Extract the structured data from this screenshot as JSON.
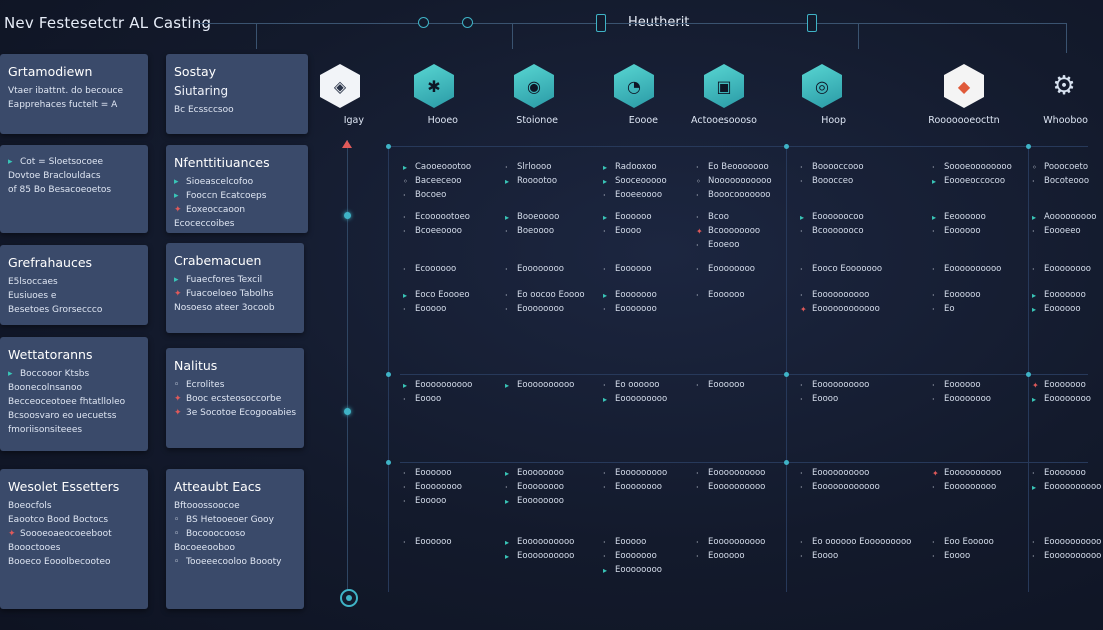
{
  "header": {
    "title_left": "Nev Festesetctr AL Casting",
    "title_center": "Heutherit"
  },
  "cards": [
    {
      "title": "Grtamodiewn",
      "lines": [
        {
          "icon": "none",
          "text": "Vtaer ibattnt. do becouce"
        },
        {
          "icon": "none",
          "text": "Eapprehaces fuctelt = A"
        }
      ]
    },
    {
      "title": "Sostay",
      "sub": "Siutaring",
      "lines": [
        {
          "icon": "none",
          "text": "Bc Ecssccsoo"
        }
      ]
    },
    {
      "title": "",
      "lines": [
        {
          "icon": "teal",
          "text": "Cot = Sloetsocoee"
        },
        {
          "icon": "none",
          "text": "Dovtoe Braclouldacs"
        },
        {
          "icon": "none",
          "text": "of 85 Bo Besacoeoetos"
        }
      ]
    },
    {
      "title": "Nfenttitiuances",
      "lines": [
        {
          "icon": "teal",
          "text": "Sioeascelcofoo"
        },
        {
          "icon": "teal",
          "text": "Fooccn Ecatcoeps"
        },
        {
          "icon": "red",
          "text": "Eoxeoccaoon"
        },
        {
          "icon": "none",
          "text": "Ecoceccoibes"
        }
      ]
    },
    {
      "title": "Grefrahauces",
      "lines": [
        {
          "icon": "none",
          "text": "E5lsoccaes"
        },
        {
          "icon": "none",
          "text": "Eusiuoes e"
        },
        {
          "icon": "none",
          "text": "Besetoes Grorseccco"
        }
      ]
    },
    {
      "title": "Crabemacuen",
      "lines": [
        {
          "icon": "teal",
          "text": "Fuaecfores Texcil"
        },
        {
          "icon": "red",
          "text": "Fuacoeloeo Tabolhs"
        },
        {
          "icon": "none",
          "text": "Nosoeso ateer 3ocoob"
        }
      ]
    },
    {
      "title": "Wettatoranns",
      "lines": [
        {
          "icon": "teal",
          "text": "Boccooor Ktsbs"
        },
        {
          "icon": "none",
          "text": "Boonecolnsanoo"
        },
        {
          "icon": "none",
          "text": "Becceoceotoee fhtatlloleo"
        },
        {
          "icon": "none",
          "text": "Bcsoosvaro eo uecuetss"
        },
        {
          "icon": "none",
          "text": "fmoriisonsiteees"
        }
      ]
    },
    {
      "title": "Nalitus",
      "lines": [
        {
          "icon": "white",
          "text": "Ecrolites"
        },
        {
          "icon": "red",
          "text": "Booc ecsteosoccorbe"
        },
        {
          "icon": "red",
          "text": "3e Socotoe Ecogooabies"
        }
      ]
    },
    {
      "title": "Wesolet Essetters",
      "lines": [
        {
          "icon": "none",
          "text": "Boeocfols"
        },
        {
          "icon": "none",
          "text": "Eaootco Bood Boctocs"
        },
        {
          "icon": "red",
          "text": "Soooeoaeocoeeboot"
        },
        {
          "icon": "none",
          "text": "Boooctooes"
        },
        {
          "icon": "none",
          "text": "Booeco Eooolbecooteo"
        }
      ]
    },
    {
      "title": "Atteaubt Eacs",
      "lines": [
        {
          "icon": "none",
          "text": "Bftooossoocoe"
        },
        {
          "icon": "white",
          "text": "BS Hetooeoer Gooy"
        },
        {
          "icon": "white",
          "text": "Bocooocooso"
        },
        {
          "icon": "none",
          "text": "Bocoeeooboo"
        },
        {
          "icon": "white",
          "text": "Tooeeecooloo Boooty"
        }
      ]
    }
  ],
  "hex_icons": [
    {
      "label": "Igay",
      "style": "white",
      "glyph": "◈"
    },
    {
      "label": "Hooeo",
      "style": "teal",
      "glyph": "✱"
    },
    {
      "label": "Stoionoe",
      "style": "teal",
      "glyph": "◉"
    },
    {
      "label": "Eoooe",
      "style": "teal",
      "glyph": "◔"
    },
    {
      "label": "Actooesoooso",
      "style": "teal",
      "glyph": "▣"
    },
    {
      "label": "Hoop",
      "style": "teal",
      "glyph": "◎"
    },
    {
      "label": "Rooooooeocttn",
      "style": "red",
      "glyph": "◆"
    },
    {
      "label": "Whooboo",
      "style": "gear",
      "glyph": "⚙"
    }
  ],
  "grid": [
    {
      "col": 0,
      "row": 0,
      "lines": [
        {
          "i": "teal",
          "t": "Caooeoootoo"
        },
        {
          "i": "white",
          "t": "Baceeceoo"
        },
        {
          "i": "none",
          "t": "Bocoeo"
        }
      ]
    },
    {
      "col": 1,
      "row": 0,
      "lines": [
        {
          "i": "none",
          "t": "Slrloooo"
        },
        {
          "i": "teal",
          "t": "Rooootoo"
        }
      ]
    },
    {
      "col": 2,
      "row": 0,
      "lines": [
        {
          "i": "teal",
          "t": "Radooxoo"
        },
        {
          "i": "teal",
          "t": "Sooceooooo"
        },
        {
          "i": "none",
          "t": "Eooeeoooo"
        }
      ]
    },
    {
      "col": 3,
      "row": 0,
      "lines": [
        {
          "i": "none",
          "t": "Eo Beooooooo"
        },
        {
          "i": "white",
          "t": "Nooooooooooo"
        },
        {
          "i": "none",
          "t": "Booocooooooo"
        }
      ]
    },
    {
      "col": 4,
      "row": 0,
      "lines": [
        {
          "i": "none",
          "t": "Booooccooo"
        },
        {
          "i": "none",
          "t": "Booocceo"
        }
      ]
    },
    {
      "col": 5,
      "row": 0,
      "lines": [
        {
          "i": "none",
          "t": "Soooeoooooooo"
        },
        {
          "i": "teal",
          "t": "Eoooeoccocoo"
        }
      ]
    },
    {
      "col": 6,
      "row": 0,
      "lines": [
        {
          "i": "white",
          "t": "Pooocoeto"
        },
        {
          "i": "none",
          "t": "Bocoteooo"
        }
      ]
    },
    {
      "col": 0,
      "row": 1,
      "lines": [
        {
          "i": "none",
          "t": "Ecoooootoeo"
        },
        {
          "i": "none",
          "t": "Bcoeeoooo"
        }
      ]
    },
    {
      "col": 1,
      "row": 1,
      "lines": [
        {
          "i": "teal",
          "t": "Booeoooo"
        },
        {
          "i": "none",
          "t": "Boeoooo"
        }
      ]
    },
    {
      "col": 2,
      "row": 1,
      "lines": [
        {
          "i": "teal",
          "t": "Eoooooo"
        },
        {
          "i": "none",
          "t": "Eoooo"
        }
      ]
    },
    {
      "col": 3,
      "row": 1,
      "lines": [
        {
          "i": "none",
          "t": "Bcoo"
        },
        {
          "i": "red",
          "t": "Bcoooooooo"
        },
        {
          "i": "none",
          "t": "Eooeoo"
        }
      ]
    },
    {
      "col": 4,
      "row": 1,
      "lines": [
        {
          "i": "teal",
          "t": "Eoooooocoo"
        },
        {
          "i": "none",
          "t": "Bcooooooco"
        }
      ]
    },
    {
      "col": 5,
      "row": 1,
      "lines": [
        {
          "i": "teal",
          "t": "Eeoooooo"
        },
        {
          "i": "none",
          "t": "Eoooooo"
        }
      ]
    },
    {
      "col": 6,
      "row": 1,
      "lines": [
        {
          "i": "teal",
          "t": "Aooooooooo"
        },
        {
          "i": "none",
          "t": "Eoooeeo"
        }
      ]
    },
    {
      "col": 0,
      "row": 2,
      "lines": [
        {
          "i": "none",
          "t": "Ecoooooo"
        }
      ]
    },
    {
      "col": 1,
      "row": 2,
      "lines": [
        {
          "i": "none",
          "t": "Eoooooooo"
        }
      ]
    },
    {
      "col": 2,
      "row": 2,
      "lines": [
        {
          "i": "none",
          "t": "Eoooooo"
        }
      ]
    },
    {
      "col": 3,
      "row": 2,
      "lines": [
        {
          "i": "none",
          "t": "Eoooooooo"
        }
      ]
    },
    {
      "col": 4,
      "row": 2,
      "lines": [
        {
          "i": "none",
          "t": "Eooco Eooooooo"
        }
      ]
    },
    {
      "col": 5,
      "row": 2,
      "lines": [
        {
          "i": "none",
          "t": "Eoooooooooo"
        }
      ]
    },
    {
      "col": 6,
      "row": 2,
      "lines": [
        {
          "i": "none",
          "t": "Eoooooooo"
        }
      ]
    },
    {
      "col": 0,
      "row": 3,
      "lines": [
        {
          "i": "teal",
          "t": "Eoco Eoooeo"
        },
        {
          "i": "none",
          "t": "Eooooo"
        }
      ]
    },
    {
      "col": 1,
      "row": 3,
      "lines": [
        {
          "i": "none",
          "t": "Eo oocoo Eoooo"
        },
        {
          "i": "none",
          "t": "Eoooooooo"
        }
      ]
    },
    {
      "col": 2,
      "row": 3,
      "lines": [
        {
          "i": "teal",
          "t": "Eooooooo"
        },
        {
          "i": "none",
          "t": "Eooooooo"
        }
      ]
    },
    {
      "col": 3,
      "row": 3,
      "lines": [
        {
          "i": "none",
          "t": "Eoooooo"
        }
      ]
    },
    {
      "col": 4,
      "row": 3,
      "lines": [
        {
          "i": "none",
          "t": "Eoooooooooo"
        },
        {
          "i": "red",
          "t": "Eoooooooooooo"
        }
      ]
    },
    {
      "col": 5,
      "row": 3,
      "lines": [
        {
          "i": "none",
          "t": "Eoooooo"
        },
        {
          "i": "none",
          "t": "Eo"
        }
      ]
    },
    {
      "col": 6,
      "row": 3,
      "lines": [
        {
          "i": "teal",
          "t": "Eooooooo"
        },
        {
          "i": "teal",
          "t": "Eoooooo"
        }
      ]
    },
    {
      "col": 0,
      "row": 4,
      "lines": [
        {
          "i": "teal",
          "t": "Eoooooooooo"
        },
        {
          "i": "none",
          "t": "Eoooo"
        }
      ]
    },
    {
      "col": 1,
      "row": 4,
      "lines": [
        {
          "i": "teal",
          "t": "Eoooooooooo"
        }
      ]
    },
    {
      "col": 2,
      "row": 4,
      "lines": [
        {
          "i": "none",
          "t": "Eo oooooo"
        },
        {
          "i": "teal",
          "t": "Eooooooooo"
        }
      ]
    },
    {
      "col": 3,
      "row": 4,
      "lines": [
        {
          "i": "none",
          "t": "Eoooooo"
        }
      ]
    },
    {
      "col": 4,
      "row": 4,
      "lines": [
        {
          "i": "none",
          "t": "Eoooooooooo"
        },
        {
          "i": "none",
          "t": "Eoooo"
        }
      ]
    },
    {
      "col": 5,
      "row": 4,
      "lines": [
        {
          "i": "none",
          "t": "Eoooooo"
        },
        {
          "i": "none",
          "t": "Eoooooooo"
        }
      ]
    },
    {
      "col": 6,
      "row": 4,
      "lines": [
        {
          "i": "red",
          "t": "Eooooooo"
        },
        {
          "i": "teal",
          "t": "Eoooooooo"
        }
      ]
    },
    {
      "col": 0,
      "row": 5,
      "lines": [
        {
          "i": "none",
          "t": "Eoooooo"
        },
        {
          "i": "none",
          "t": "Eoooooooo"
        },
        {
          "i": "none",
          "t": "Eooooo"
        }
      ]
    },
    {
      "col": 1,
      "row": 5,
      "lines": [
        {
          "i": "teal",
          "t": "Eoooooooo"
        },
        {
          "i": "none",
          "t": "Eoooooooo"
        },
        {
          "i": "teal",
          "t": "Eoooooooo"
        }
      ]
    },
    {
      "col": 2,
      "row": 5,
      "lines": [
        {
          "i": "none",
          "t": "Eooooooooo"
        },
        {
          "i": "none",
          "t": "Eoooooooo"
        }
      ]
    },
    {
      "col": 3,
      "row": 5,
      "lines": [
        {
          "i": "none",
          "t": "Eoooooooooo"
        },
        {
          "i": "none",
          "t": "Eoooooooooo"
        }
      ]
    },
    {
      "col": 4,
      "row": 5,
      "lines": [
        {
          "i": "none",
          "t": "Eoooooooooo"
        },
        {
          "i": "none",
          "t": "Eoooooooooooo"
        }
      ]
    },
    {
      "col": 5,
      "row": 5,
      "lines": [
        {
          "i": "red",
          "t": "Eoooooooooo"
        },
        {
          "i": "none",
          "t": "Eooooooooo"
        }
      ]
    },
    {
      "col": 6,
      "row": 5,
      "lines": [
        {
          "i": "none",
          "t": "Eooooooo"
        },
        {
          "i": "teal",
          "t": "Eoooooooooo"
        }
      ]
    },
    {
      "col": 0,
      "row": 6,
      "lines": [
        {
          "i": "none",
          "t": "Eoooooo"
        }
      ]
    },
    {
      "col": 1,
      "row": 6,
      "lines": [
        {
          "i": "teal",
          "t": "Eoooooooooo"
        },
        {
          "i": "teal",
          "t": "Eoooooooooo"
        }
      ]
    },
    {
      "col": 2,
      "row": 6,
      "lines": [
        {
          "i": "none",
          "t": "Eooooo"
        },
        {
          "i": "none",
          "t": "Eooooooo"
        },
        {
          "i": "teal",
          "t": "Eoooooooo"
        }
      ]
    },
    {
      "col": 3,
      "row": 6,
      "lines": [
        {
          "i": "none",
          "t": "Eoooooooooo"
        },
        {
          "i": "none",
          "t": "Eoooooo"
        }
      ]
    },
    {
      "col": 4,
      "row": 6,
      "lines": [
        {
          "i": "none",
          "t": "Eo oooooo Eooooooooo"
        },
        {
          "i": "none",
          "t": "Eoooo"
        }
      ]
    },
    {
      "col": 5,
      "row": 6,
      "lines": [
        {
          "i": "none",
          "t": "Eoo Eooooo"
        },
        {
          "i": "none",
          "t": "Eoooo"
        }
      ]
    },
    {
      "col": 6,
      "row": 6,
      "lines": [
        {
          "i": "none",
          "t": "Eoooooooooo"
        },
        {
          "i": "none",
          "t": "Eoooooooooo"
        }
      ]
    }
  ]
}
